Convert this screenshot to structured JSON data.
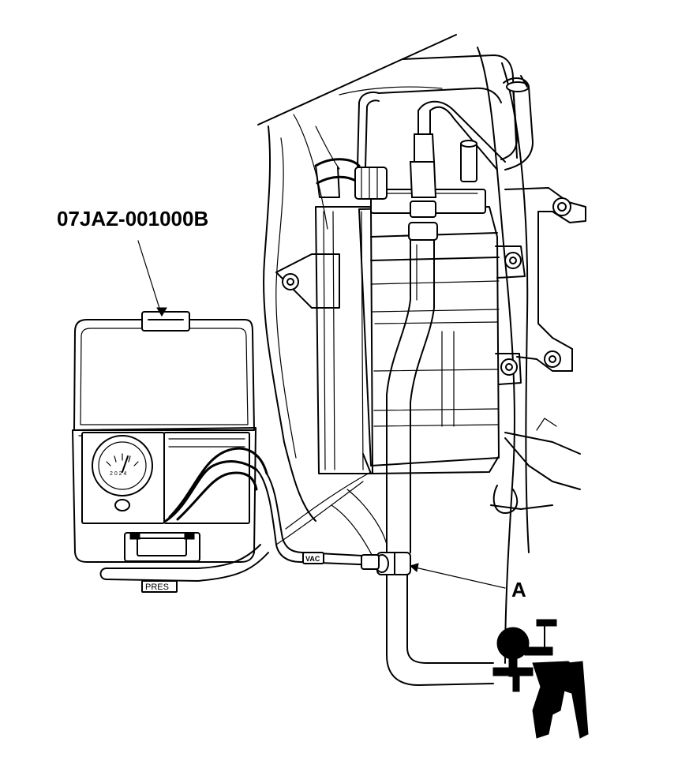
{
  "callouts": {
    "tool_part_number": "07JAZ-001000B",
    "connector_label": "A"
  },
  "hose_labels": {
    "pressure": "PRES",
    "vacuum": "VAC"
  }
}
